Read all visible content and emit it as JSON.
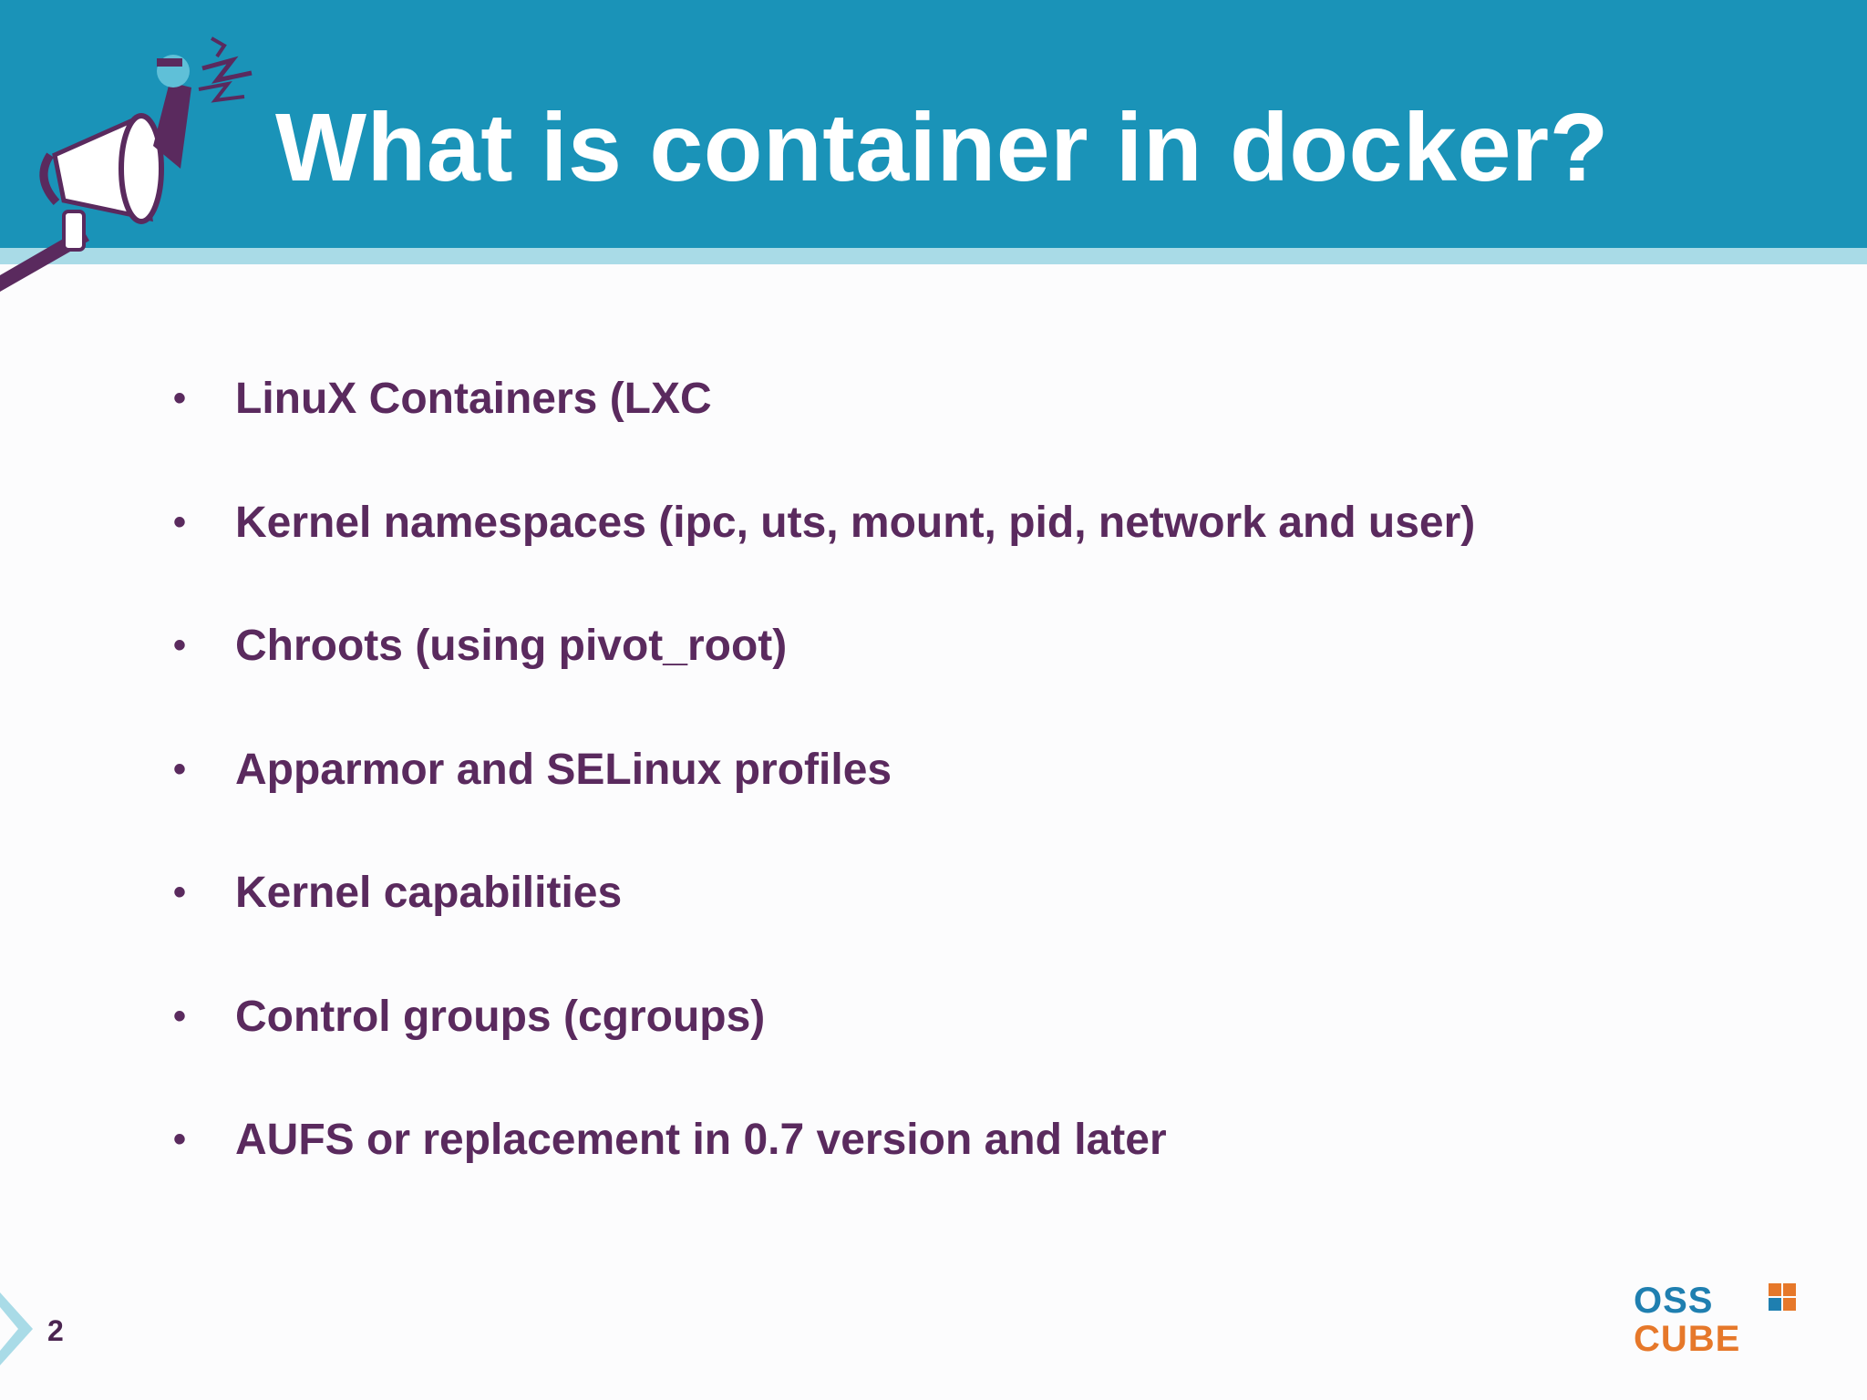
{
  "slide": {
    "title": "What is container in docker?",
    "bullets": [
      "LinuX Containers (LXC",
      "Kernel namespaces (ipc, uts, mount, pid, network and user)",
      "Chroots (using pivot_root)",
      "Apparmor and SELinux profiles",
      "Kernel capabilities",
      "Control groups (cgroups)",
      "AUFS or replacement in 0.7 version and later"
    ],
    "bullet_symbol": "•",
    "page_number": "2"
  },
  "logo": {
    "line1": "OSS",
    "line2": "CUBE",
    "icon": "osscube-logo"
  },
  "illustration": {
    "icon": "megaphone-icon"
  },
  "colors": {
    "header": "#1a93b8",
    "header_stripe": "#a9dbe7",
    "title_text": "#ffffff",
    "bullet_text": "#5a2a5e",
    "logo_blue": "#1f7fb0",
    "logo_orange": "#e6782a"
  }
}
